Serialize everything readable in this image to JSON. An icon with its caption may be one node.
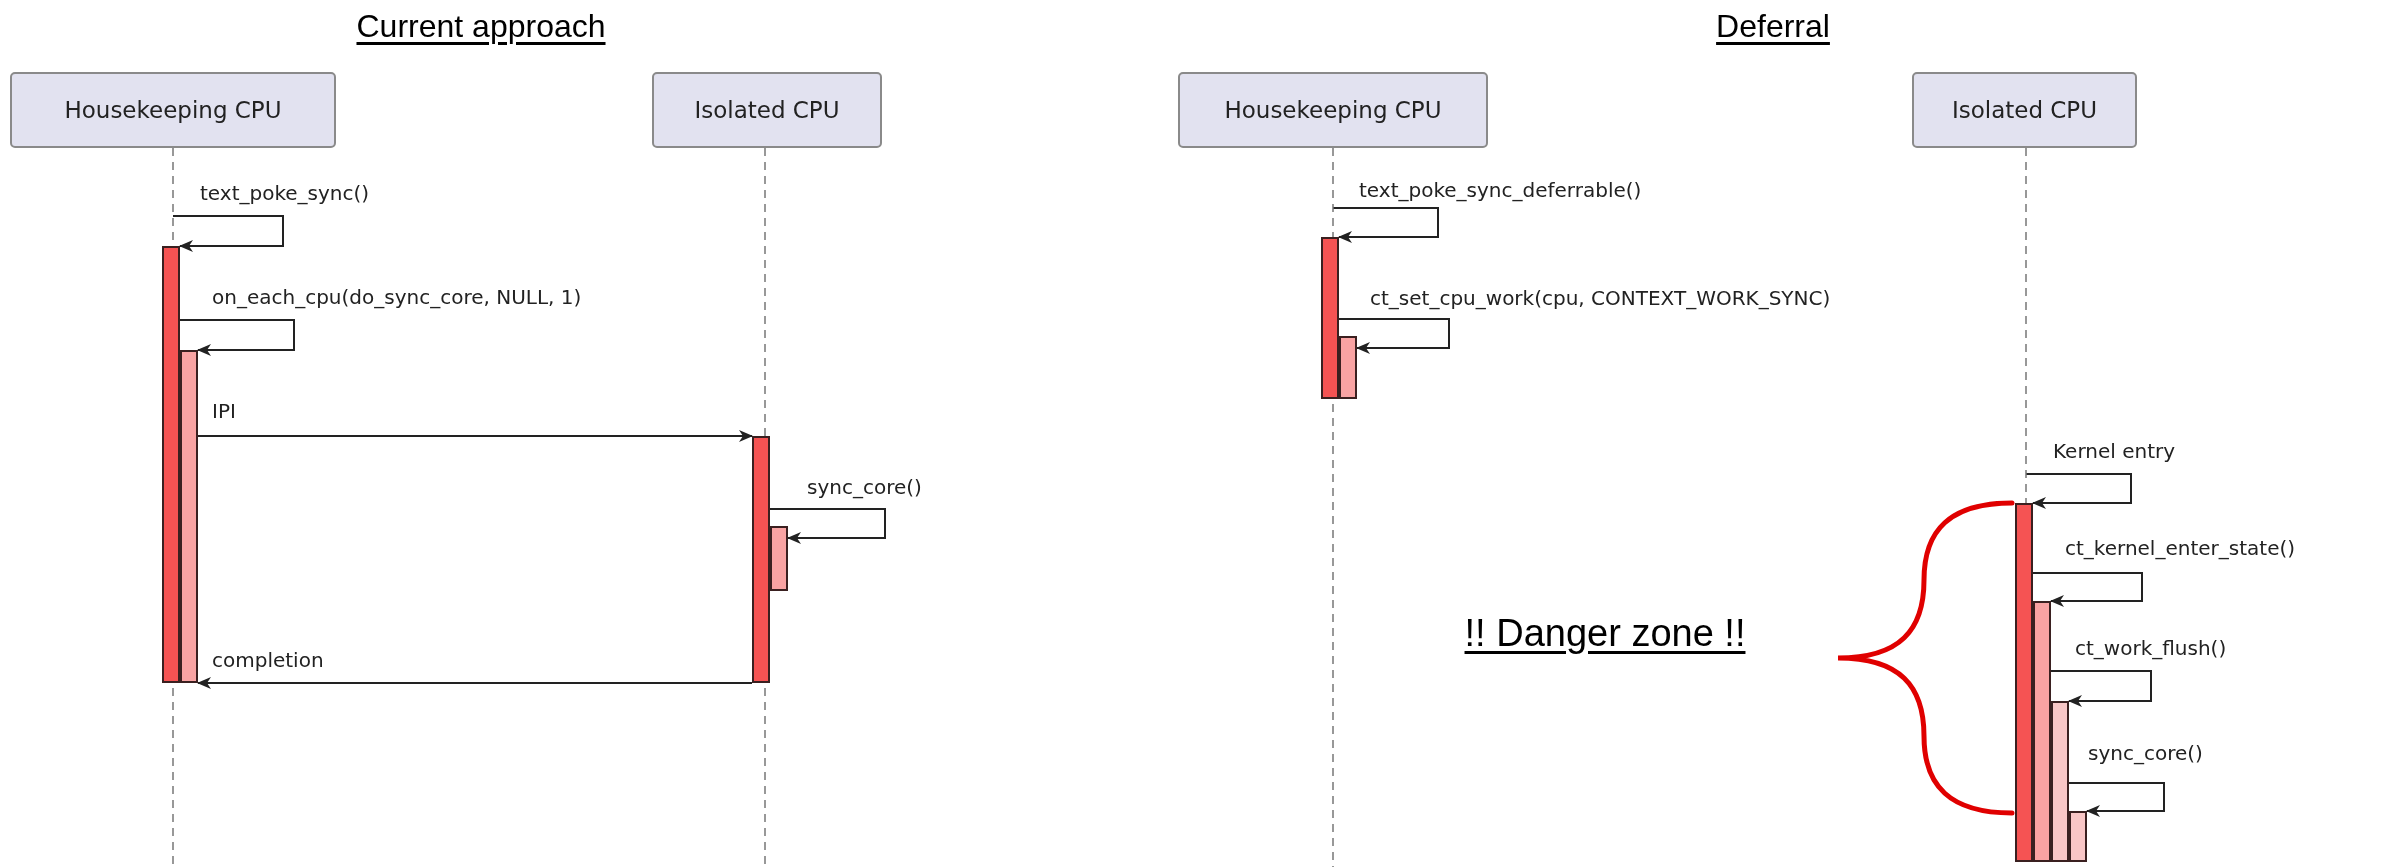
{
  "diagram": {
    "nodes": [
      {
        "text": [
          "Housekeeping CPU"
        ]
      },
      {
        "text": [
          "Isolated CPU"
        ]
      },
      {
        "text": [
          "Housekeeping CPU"
        ]
      },
      {
        "text": [
          "Isolated CPU"
        ]
      },
      {
        "text": [],
        "shape": "bar"
      },
      {
        "text": [],
        "shape": "bar"
      },
      {
        "text": [],
        "shape": "bar"
      },
      {
        "text": [],
        "shape": "bar"
      },
      {
        "text": [],
        "shape": "bar"
      },
      {
        "text": [],
        "shape": "bar"
      },
      {
        "text": [],
        "shape": "bar"
      },
      {
        "text": [],
        "shape": "bar"
      },
      {
        "text": [],
        "shape": "bar"
      },
      {
        "text": [],
        "shape": "bar"
      }
    ],
    "edges": [
      {
        "from": null,
        "to": 4,
        "arrow": "to",
        "label": "text_poke_sync()"
      },
      {
        "from": 4,
        "to": 5,
        "arrow": "to",
        "label": "on_each_cpu(do_sync_core, NULL, 1)"
      },
      {
        "from": 5,
        "to": 6,
        "arrow": "to",
        "label": "IPI"
      },
      {
        "from": 6,
        "to": 7,
        "arrow": "to",
        "label": "sync_core()"
      },
      {
        "from": 6,
        "to": 5,
        "arrow": "to",
        "label": "completion"
      },
      {
        "from": null,
        "to": 8,
        "arrow": "to",
        "label": "text_poke_sync_deferrable()"
      },
      {
        "from": 8,
        "to": 9,
        "arrow": "to",
        "label": "ct_set_cpu_work(cpu, CONTEXT_WORK_SYNC)"
      },
      {
        "from": null,
        "to": 10,
        "arrow": "to",
        "label": "Kernel entry"
      },
      {
        "from": 10,
        "to": 11,
        "arrow": "to",
        "label": "ct_kernel_enter_state()"
      },
      {
        "from": 11,
        "to": 12,
        "arrow": "to",
        "label": "ct_work_flush()"
      },
      {
        "from": 12,
        "to": 13,
        "arrow": "to",
        "label": "sync_core()"
      },
      {
        "from": 0,
        "to": 4,
        "arrow": "none",
        "style": "dashed",
        "color": "#777777"
      },
      {
        "from": 1,
        "to": 6,
        "arrow": "none",
        "style": "dashed",
        "color": "#777777"
      },
      {
        "from": 2,
        "to": 8,
        "arrow": "none",
        "style": "dashed",
        "color": "#777777"
      },
      {
        "from": 3,
        "to": 10,
        "arrow": "none",
        "style": "dashed",
        "color": "#777777"
      }
    ],
    "labels": [
      "Current approach",
      "Deferral",
      "!! Danger zone !!"
    ]
  }
}
